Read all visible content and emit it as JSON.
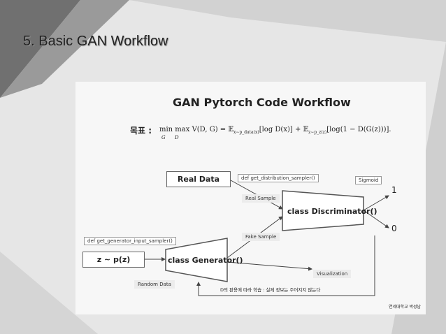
{
  "slide": {
    "title": "5. Basic GAN Workflow"
  },
  "diagram": {
    "title": "GAN Pytorch Code Workflow",
    "goal_label": "목표 :",
    "formula": {
      "lhs": "min max V(D, G) = ",
      "min_sub": "G",
      "max_sub": "D",
      "e1": "𝔼",
      "e1_sub": "x∼p_data(x)",
      "term1": "[log D(x)] + ",
      "e2": "𝔼",
      "e2_sub": "z∼p_z(z)",
      "term2": "[log(1 − D(G(z)))]."
    },
    "nodes": {
      "real_data": "Real Data",
      "z": "z ~ p(z)",
      "generator": "class Generator()",
      "discriminator": "class Discriminator()"
    },
    "tags": {
      "distribution_sampler": "def get_distribution_sampler()",
      "generator_input_sampler": "def get_generator_input_sampler()",
      "sigmoid": "Sigmoid",
      "real_sample": "Real Sample",
      "fake_sample": "Fake Sample",
      "visualization": "Visualization",
      "random_data": "Random Data"
    },
    "outputs": {
      "one": "1",
      "zero": "0"
    },
    "feedback_label": "D의 판용에 따라 학습 : 실제 정보는 주어지지 않는다",
    "footer": "연세대학교 박성남"
  }
}
